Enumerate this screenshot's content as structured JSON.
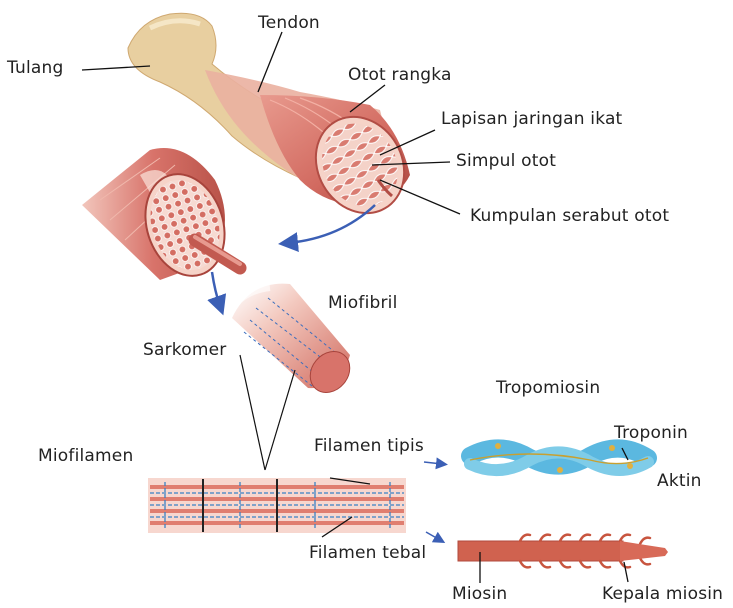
{
  "labels": {
    "tulang": "Tulang",
    "tendon": "Tendon",
    "otot_rangka": "Otot rangka",
    "lapisan": "Lapisan jaringan ikat",
    "simpul": "Simpul otot",
    "kumpulan": "Kumpulan serabut otot",
    "miofibril": "Miofibril",
    "sarkomer": "Sarkomer",
    "tropomiosin": "Tropomiosin",
    "miofilamen": "Miofilamen",
    "filamen_tipis": "Filamen tipis",
    "troponin": "Troponin",
    "aktin": "Aktin",
    "filamen_tebal": "Filamen tebal",
    "miosin": "Miosin",
    "kepala_miosin": "Kepala miosin"
  },
  "colors": {
    "bone": "#e8cfa0",
    "muscle": "#d8736a",
    "muscle_dark": "#b24d45",
    "tendon": "#eab0a0",
    "arrow_blue": "#3b5fb5",
    "actin_blue": "#5bb8e0",
    "troponin_yellow": "#e0b040"
  }
}
